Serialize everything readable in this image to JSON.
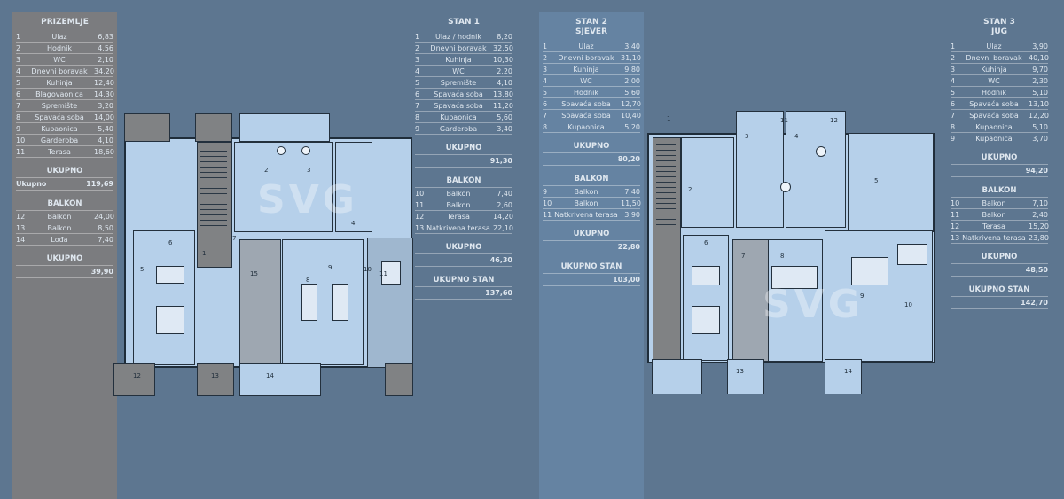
{
  "watermark": "SVG",
  "col1": {
    "heading": "PRIZEMLJE",
    "rows": [
      {
        "n": "1",
        "t": "Ulaz",
        "v": "6,83"
      },
      {
        "n": "2",
        "t": "Hodnik",
        "v": "4,56"
      },
      {
        "n": "3",
        "t": "WC",
        "v": "2,10"
      },
      {
        "n": "4",
        "t": "Dnevni boravak",
        "v": "34,20"
      },
      {
        "n": "5",
        "t": "Kuhinja",
        "v": "12,40"
      },
      {
        "n": "6",
        "t": "Blagovaonica",
        "v": "14,30"
      },
      {
        "n": "7",
        "t": "Spremište",
        "v": "3,20"
      },
      {
        "n": "8",
        "t": "Spavaća soba",
        "v": "14,00"
      },
      {
        "n": "9",
        "t": "Kupaonica",
        "v": "5,40"
      },
      {
        "n": "10",
        "t": "Garderoba",
        "v": "4,10"
      },
      {
        "n": "11",
        "t": "Terasa",
        "v": "18,60"
      }
    ],
    "section": "UKUPNO",
    "total_label": "Ukupno",
    "total_value": "119,69",
    "section2": "BALKON",
    "rows2": [
      {
        "n": "12",
        "t": "Balkon",
        "v": "24,00"
      },
      {
        "n": "13",
        "t": "Balkon",
        "v": "8,50"
      },
      {
        "n": "14",
        "t": "Lođa",
        "v": "7,40"
      }
    ],
    "section3": "UKUPNO",
    "total2": "39,90"
  },
  "col2": {
    "heading": "STAN 1",
    "rows": [
      {
        "n": "1",
        "t": "Ulaz / hodnik",
        "v": "8,20"
      },
      {
        "n": "2",
        "t": "Dnevni boravak",
        "v": "32,50"
      },
      {
        "n": "3",
        "t": "Kuhinja",
        "v": "10,30"
      },
      {
        "n": "4",
        "t": "WC",
        "v": "2,20"
      },
      {
        "n": "5",
        "t": "Spremište",
        "v": "4,10"
      },
      {
        "n": "6",
        "t": "Spavaća soba",
        "v": "13,80"
      },
      {
        "n": "7",
        "t": "Spavaća soba",
        "v": "11,20"
      },
      {
        "n": "8",
        "t": "Kupaonica",
        "v": "5,60"
      },
      {
        "n": "9",
        "t": "Garderoba",
        "v": "3,40"
      }
    ],
    "section": "UKUPNO",
    "total_value": "91,30",
    "section2": "BALKON",
    "rows2": [
      {
        "n": "10",
        "t": "Balkon",
        "v": "7,40"
      },
      {
        "n": "11",
        "t": "Balkon",
        "v": "2,60"
      },
      {
        "n": "12",
        "t": "Terasa",
        "v": "14,20"
      },
      {
        "n": "13",
        "t": "Natkrivena terasa",
        "v": "22,10"
      }
    ],
    "section3": "UKUPNO",
    "total2": "46,30",
    "section4": "UKUPNO STAN",
    "total3": "137,60"
  },
  "col3": {
    "heading": "STAN 2\nSJEVER",
    "rows": [
      {
        "n": "1",
        "t": "Ulaz",
        "v": "3,40"
      },
      {
        "n": "2",
        "t": "Dnevni boravak",
        "v": "31,10"
      },
      {
        "n": "3",
        "t": "Kuhinja",
        "v": "9,80"
      },
      {
        "n": "4",
        "t": "WC",
        "v": "2,00"
      },
      {
        "n": "5",
        "t": "Hodnik",
        "v": "5,60"
      },
      {
        "n": "6",
        "t": "Spavaća soba",
        "v": "12,70"
      },
      {
        "n": "7",
        "t": "Spavaća soba",
        "v": "10,40"
      },
      {
        "n": "8",
        "t": "Kupaonica",
        "v": "5,20"
      }
    ],
    "section": "UKUPNO",
    "total_value": "80,20",
    "section2": "BALKON",
    "rows2": [
      {
        "n": "9",
        "t": "Balkon",
        "v": "7,40"
      },
      {
        "n": "10",
        "t": "Balkon",
        "v": "11,50"
      },
      {
        "n": "11",
        "t": "Natkrivena terasa",
        "v": "3,90"
      }
    ],
    "section3": "UKUPNO",
    "total2": "22,80",
    "section4": "UKUPNO STAN",
    "total3": "103,00"
  },
  "col4": {
    "heading": "STAN 3\nJUG",
    "rows": [
      {
        "n": "1",
        "t": "Ulaz",
        "v": "3,90"
      },
      {
        "n": "2",
        "t": "Dnevni boravak",
        "v": "40,10"
      },
      {
        "n": "3",
        "t": "Kuhinja",
        "v": "9,70"
      },
      {
        "n": "4",
        "t": "WC",
        "v": "2,30"
      },
      {
        "n": "5",
        "t": "Hodnik",
        "v": "5,10"
      },
      {
        "n": "6",
        "t": "Spavaća soba",
        "v": "13,10"
      },
      {
        "n": "7",
        "t": "Spavaća soba",
        "v": "12,20"
      },
      {
        "n": "8",
        "t": "Kupaonica",
        "v": "5,10"
      },
      {
        "n": "9",
        "t": "Kupaonica",
        "v": "3,70"
      }
    ],
    "section": "UKUPNO",
    "total_value": "94,20",
    "section2": "BALKON",
    "rows2": [
      {
        "n": "10",
        "t": "Balkon",
        "v": "7,10"
      },
      {
        "n": "11",
        "t": "Balkon",
        "v": "2,40"
      },
      {
        "n": "12",
        "t": "Terasa",
        "v": "15,20"
      },
      {
        "n": "13",
        "t": "Natkrivena terasa",
        "v": "23,80"
      }
    ],
    "section3": "UKUPNO",
    "total2": "48,50",
    "section4": "UKUPNO STAN",
    "total3": "142,70"
  },
  "plan1": {
    "labels": [
      "1",
      "2",
      "3",
      "4",
      "5",
      "6",
      "7",
      "8",
      "9",
      "10",
      "11",
      "12",
      "13",
      "14",
      "15"
    ]
  },
  "plan2": {
    "labels": [
      "1",
      "2",
      "3",
      "4",
      "5",
      "6",
      "7",
      "8",
      "9",
      "10",
      "11",
      "12",
      "13",
      "14"
    ]
  }
}
